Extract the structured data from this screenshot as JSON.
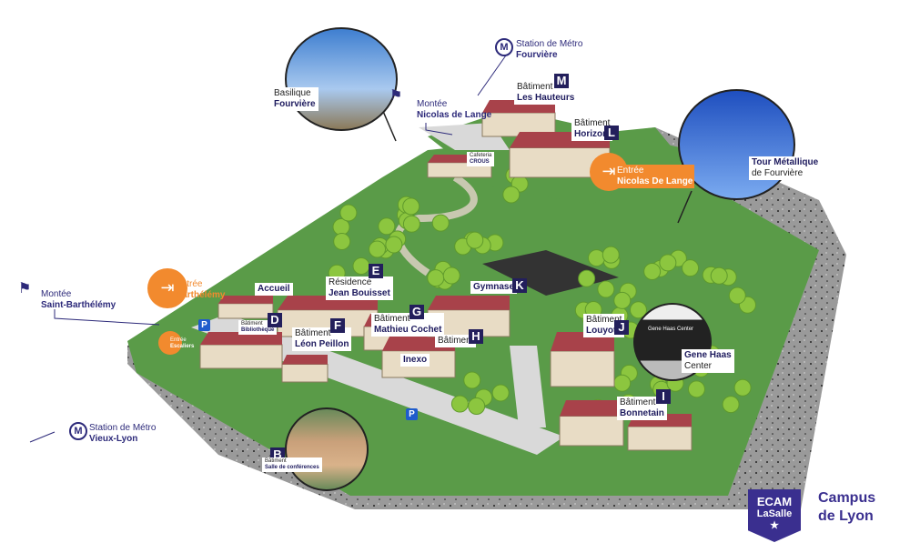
{
  "title": {
    "line1": "Campus",
    "line2": "de Lyon"
  },
  "logo": {
    "line1": "ECAM",
    "line2": "LaSalle",
    "star": "★"
  },
  "colors": {
    "grass": "#5a9b48",
    "roof": "#a8424a",
    "wall": "#e8dcc5",
    "accent": "#2d2a7a",
    "entrance": "#f28a2e"
  },
  "landmarks": {
    "basilique": {
      "line1": "Basilique",
      "line2": "Fourvière"
    },
    "tour": {
      "line1": "Tour Métallique",
      "line2": "de Fourvière"
    },
    "metro_fourviere": {
      "icon": "M",
      "line1": "Station de Métro",
      "line2": "Fourvière"
    },
    "metro_vieux_lyon": {
      "icon": "M",
      "line1": "Station de Métro",
      "line2": "Vieux-Lyon"
    },
    "montee_nicolas": {
      "line1": "Montée",
      "line2": "Nicolas de Lange"
    },
    "montee_barth": {
      "line1": "Montée",
      "line2": "Saint-Barthélémy"
    }
  },
  "entrances": {
    "nicolas": {
      "line1": "Entrée",
      "line2": "Nicolas De Lange",
      "icon": "⇥"
    },
    "barthelemy": {
      "line1": "Entrée",
      "line2": "Barthélémy",
      "icon": "⇥"
    },
    "escaliers": {
      "line1": "Entrée",
      "line2": "Escaliers"
    }
  },
  "parking": {
    "label": "P"
  },
  "buildings": {
    "M": {
      "letter": "M",
      "line1": "Bâtiment",
      "line2": "Les Hauteurs"
    },
    "L": {
      "letter": "L",
      "line1": "Bâtiment",
      "line2": "Horizon"
    },
    "crous": {
      "line1": "Cafeteria",
      "line2": "CROUS"
    },
    "accueil": {
      "line2": "Accueil"
    },
    "D": {
      "letter": "D",
      "line1": "Bâtiment",
      "line2": "Bibliothèque"
    },
    "E": {
      "letter": "E",
      "line1": "Résidence",
      "line2": "Jean Bouisset"
    },
    "F": {
      "letter": "F",
      "line1": "Bâtiment",
      "line2": "Léon Peillon"
    },
    "G": {
      "letter": "G",
      "line1": "Bâtiment",
      "line2": "Mathieu Cochet"
    },
    "K": {
      "letter": "K",
      "line2": "Gymnase"
    },
    "H": {
      "letter": "H",
      "line1": "Bâtiment"
    },
    "inexo": {
      "line2": "Inexo"
    },
    "J": {
      "letter": "J",
      "line1": "Bâtiment",
      "line2": "Louyot"
    },
    "haas": {
      "line1": "Gene Haas",
      "line2": "Center",
      "sign": "Gene Haas Center"
    },
    "I": {
      "letter": "I",
      "line1": "Bâtiment",
      "line2": "Bonnetain"
    },
    "B": {
      "letter": "B",
      "line1": "Bâtiment",
      "line2": "Salle de conférences"
    }
  }
}
